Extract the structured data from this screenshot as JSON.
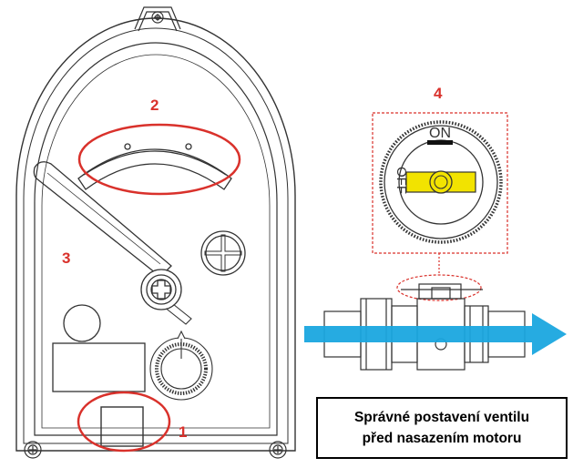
{
  "labels": {
    "one": "1",
    "two": "2",
    "three": "3",
    "four": "4"
  },
  "valve": {
    "on_text": "ON",
    "off_text": "OFF"
  },
  "caption": {
    "line1": "Správné postavení ventilu",
    "line2": "před nasazením motoru"
  },
  "colors": {
    "highlight": "#d9312b",
    "arrow": "#1aa6df",
    "lever": "#f2e300",
    "outline": "#333333"
  }
}
